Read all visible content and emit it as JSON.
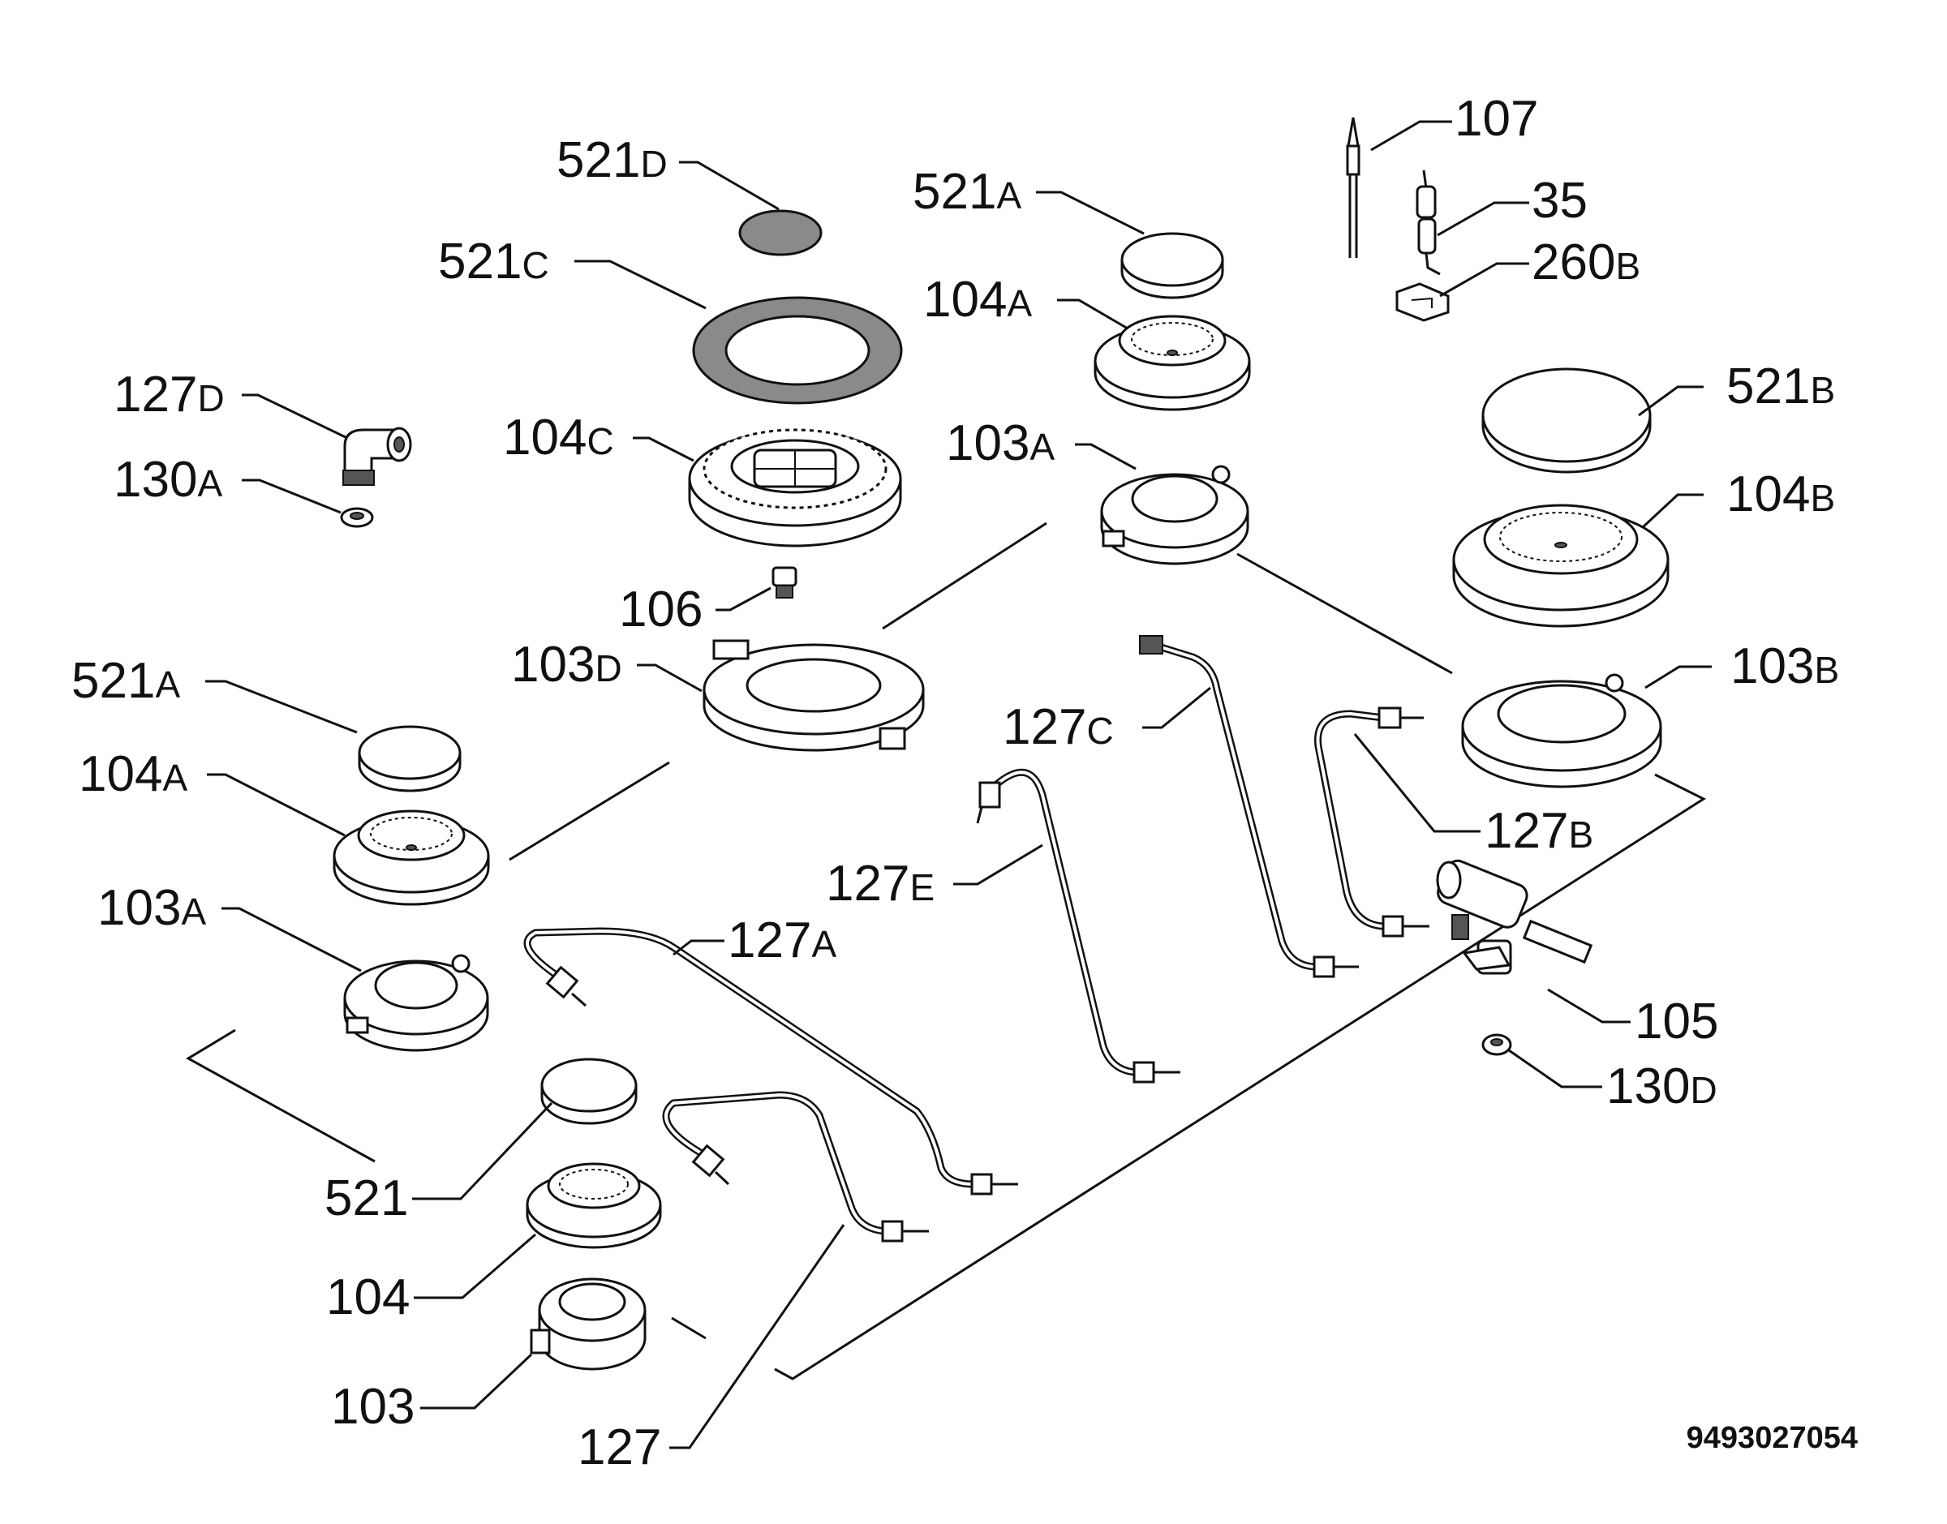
{
  "document_number": "9493027054",
  "callouts": [
    {
      "id": "c-107",
      "num": "107",
      "suf": ""
    },
    {
      "id": "c-35",
      "num": "35",
      "suf": ""
    },
    {
      "id": "c-260b",
      "num": "260",
      "suf": "B"
    },
    {
      "id": "c-521d",
      "num": "521",
      "suf": "D"
    },
    {
      "id": "c-521c",
      "num": "521",
      "suf": "C"
    },
    {
      "id": "c-521a-top",
      "num": "521",
      "suf": "A"
    },
    {
      "id": "c-104a-top",
      "num": "104",
      "suf": "A"
    },
    {
      "id": "c-521b",
      "num": "521",
      "suf": "B"
    },
    {
      "id": "c-104b",
      "num": "104",
      "suf": "B"
    },
    {
      "id": "c-103a-top",
      "num": "103",
      "suf": "A"
    },
    {
      "id": "c-127d",
      "num": "127",
      "suf": "D"
    },
    {
      "id": "c-130a",
      "num": "130",
      "suf": "A"
    },
    {
      "id": "c-104c",
      "num": "104",
      "suf": "C"
    },
    {
      "id": "c-106",
      "num": "106",
      "suf": ""
    },
    {
      "id": "c-103d",
      "num": "103",
      "suf": "D"
    },
    {
      "id": "c-103b",
      "num": "103",
      "suf": "B"
    },
    {
      "id": "c-127c",
      "num": "127",
      "suf": "C"
    },
    {
      "id": "c-127b",
      "num": "127",
      "suf": "B"
    },
    {
      "id": "c-521a-left",
      "num": "521",
      "suf": "A"
    },
    {
      "id": "c-104a-left",
      "num": "104",
      "suf": "A"
    },
    {
      "id": "c-127e",
      "num": "127",
      "suf": "E"
    },
    {
      "id": "c-103a-left",
      "num": "103",
      "suf": "A"
    },
    {
      "id": "c-127a",
      "num": "127",
      "suf": "A"
    },
    {
      "id": "c-105",
      "num": "105",
      "suf": ""
    },
    {
      "id": "c-130d",
      "num": "130",
      "suf": "D"
    },
    {
      "id": "c-521",
      "num": "521",
      "suf": ""
    },
    {
      "id": "c-104",
      "num": "104",
      "suf": ""
    },
    {
      "id": "c-103",
      "num": "103",
      "suf": ""
    },
    {
      "id": "c-127",
      "num": "127",
      "suf": ""
    }
  ]
}
